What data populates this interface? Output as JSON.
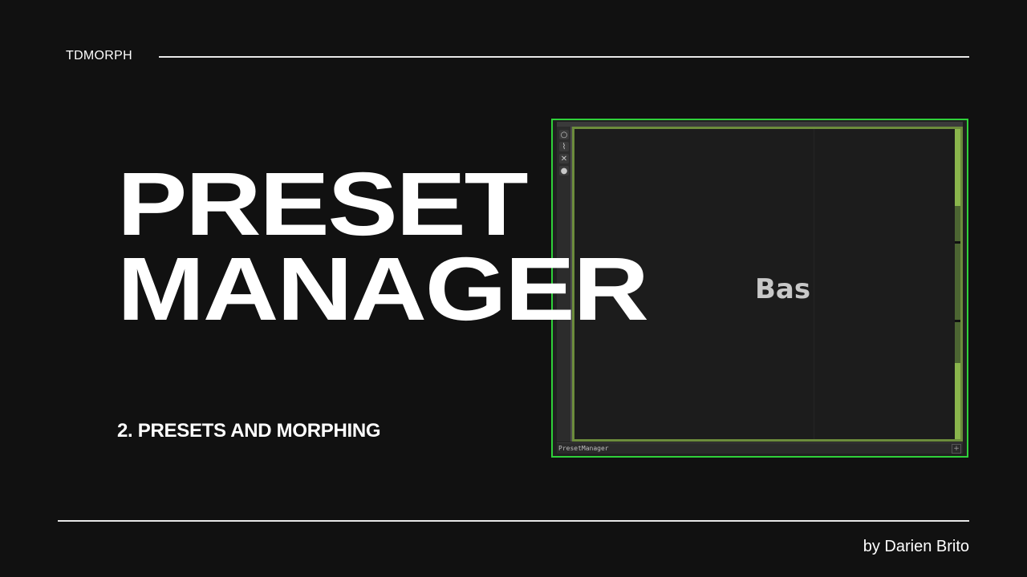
{
  "header": {
    "brand": "TDMORPH"
  },
  "title": {
    "line1": "PRESET",
    "line2": "MANAGER"
  },
  "subtitle": "2. PRESETS AND MORPHING",
  "footer": {
    "byline": "by Darien Brito"
  },
  "operator": {
    "center_label": "Bas",
    "name": "PresetManager",
    "buttons": [
      {
        "icon": "circle-icon",
        "glyph": "○"
      },
      {
        "icon": "wire-icon",
        "glyph": "⌇"
      },
      {
        "icon": "close-icon",
        "glyph": "✕"
      },
      {
        "icon": "clone-icon",
        "glyph": "●"
      }
    ],
    "add_glyph": "+",
    "colors": {
      "selected_border": "#2fd13a",
      "frame": "#6c8c3c",
      "strip": "#8ab54c"
    }
  }
}
